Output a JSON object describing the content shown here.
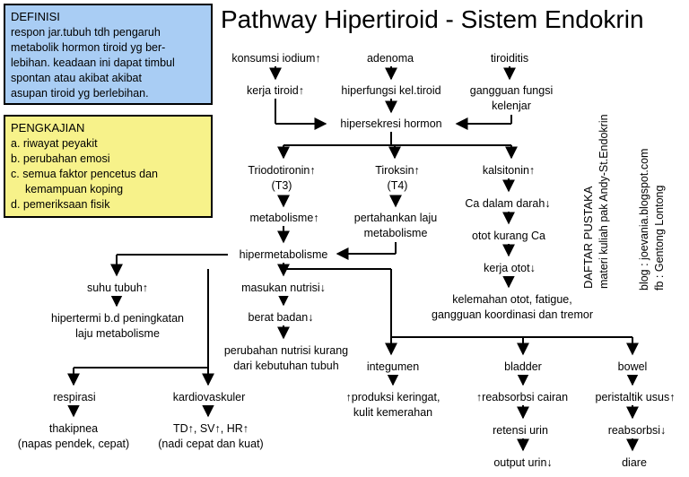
{
  "title": "Pathway Hipertiroid - Sistem Endokrin",
  "definisi": {
    "heading": "DEFINISI",
    "lines": [
      "respon jar.tubuh tdh pengaruh",
      "metabolik hormon tiroid yg ber-",
      "lebihan. keadaan ini dapat timbul",
      "spontan atau akibat akibat",
      "asupan tiroid yg berlebihan."
    ],
    "bg_color": "#a9cdf4"
  },
  "pengkajian": {
    "heading": "PENGKAJIAN",
    "items": [
      "a.  riwayat peyakit",
      "b.  perubahan emosi",
      "c.  semua faktor pencetus dan",
      "kemampuan koping",
      "d.  pemeriksaan fisik"
    ],
    "bg_color": "#f7f28a"
  },
  "nodes": {
    "konsumsi": [
      "konsumsi iodium↑"
    ],
    "adenoma": [
      "adenoma"
    ],
    "tiroiditis": [
      "tiroiditis"
    ],
    "kerja": [
      "kerja tiroid↑"
    ],
    "hiperfungsi": [
      "hiperfungsi kel.tiroid"
    ],
    "gangguan": [
      "gangguan fungsi",
      "kelenjar"
    ],
    "hipersekresi": [
      "hipersekresi hormon"
    ],
    "triodo": [
      "Triodotironin↑",
      "(T3)"
    ],
    "tiroksin": [
      "Tiroksin↑",
      "(T4)"
    ],
    "kalsitonin": [
      "kalsitonin↑"
    ],
    "meta": [
      "metabolisme↑"
    ],
    "pertahankan": [
      "pertahankan laju",
      "metabolisme"
    ],
    "ca": [
      "Ca dalam darah↓"
    ],
    "otot": [
      "otot kurang Ca"
    ],
    "hipermeta": [
      "hipermetabolisme"
    ],
    "kerjaotot": [
      "kerja otot↓"
    ],
    "suhu": [
      "suhu tubuh↑"
    ],
    "masukan": [
      "masukan nutrisi↓"
    ],
    "kelemahan": [
      "kelemahan otot, fatigue,",
      "gangguan koordinasi dan tremor"
    ],
    "berat": [
      "berat badan↓"
    ],
    "hipertermi": [
      "hipertermi b.d peningkatan",
      "laju metabolisme"
    ],
    "perubahan": [
      "perubahan nutrisi kurang",
      "dari kebutuhan tubuh"
    ],
    "integumen": [
      "integumen"
    ],
    "bladder": [
      "bladder"
    ],
    "bowel": [
      "bowel"
    ],
    "respirasi": [
      "respirasi"
    ],
    "kardio": [
      "kardiovaskuler"
    ],
    "produksi": [
      "↑produksi keringat,",
      "kulit kemerahan"
    ],
    "reabsorbsi": [
      "↑reabsorbsi cairan"
    ],
    "peristaltik": [
      "peristaltik usus↑"
    ],
    "thakipnea": [
      "thakipnea",
      "(napas pendek, cepat)"
    ],
    "td": [
      "TD↑, SV↑, HR↑",
      "(nadi cepat dan kuat)"
    ],
    "retensi": [
      "retensi urin"
    ],
    "reabsorbsi2": [
      "reabsorbsi↓"
    ],
    "output": [
      "output urin↓"
    ],
    "diare": [
      "diare"
    ]
  },
  "side_notes": {
    "daftar_heading": "DAFTAR PUSTAKA",
    "daftar_line": "materi kuliah pak Andy-St.Endokrin",
    "blog_line": "blog  : joevania.blogspot.com",
    "fb_line": "fb     : Gentong Lontong"
  }
}
